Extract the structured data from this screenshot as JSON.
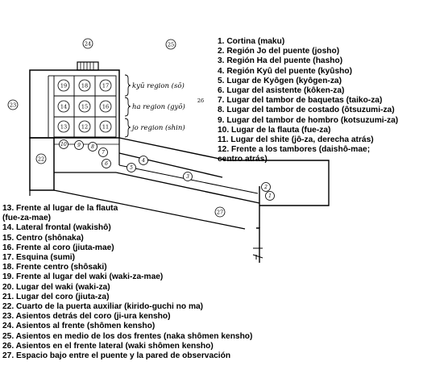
{
  "legend_right": [
    "1. Cortina (maku)",
    "2. Región Jo del puente (josho)",
    "3. Región Ha del puente (hasho)",
    "4. Región Kyû del puente (kyûsho)",
    "5. Lugar de Kyôgen (kyôgen-za)",
    "6. Lugar del asistente (kôken-za)",
    "7. Lugar del tambor de baquetas (taiko-za)",
    "8. Lugar del tambor de costado (ôtsuzumi-za)",
    "9. Lugar del tambor de hombro (kotsuzumi-za)",
    "10. Lugar de la flauta (fue-za)",
    "11. Lugar del shite (jô-za, derecha atrás)",
    "12. Frente a los tambores (daishô-mae;",
    "centro atrás)"
  ],
  "legend_bottom": [
    "13. Frente al lugar de la flauta",
    "(fue-za-mae)",
    "14. Lateral frontal (wakishô)",
    "15. Centro (shônaka)",
    "16. Frente al coro (jiuta-mae)",
    "17. Esquina (sumi)",
    "18. Frente centro (shôsaki)",
    "19. Frente al lugar del waki (waki-za-mae)",
    "20. Lugar del waki (waki-za)",
    "21. Lugar del coro (jiuta-za)",
    "22. Cuarto de la puerta auxiliar (kirido-guchi no ma)",
    "23. Asientos detrás del coro (ji-ura kensho)",
    "24. Asientos al frente (shômen kensho)",
    "25. Asientos en medio de los dos frentes (naka shômen kensho)",
    "26. Asientos en el frente lateral (waki shômen kensho)",
    "27. Espacio bajo entre el puente y la pared de observación"
  ],
  "diagram": {
    "region_labels": [
      "kyū region (sō)",
      "ha region (gyō)",
      "jo region (shin)"
    ],
    "grid_numbers": [
      "19",
      "18",
      "17",
      "14",
      "15",
      "16",
      "13",
      "12",
      "11"
    ],
    "audience_numbers": {
      "front": "24",
      "middle": "25",
      "side": "26",
      "behind_chorus": "23"
    },
    "room_number": "22",
    "musician_numbers": [
      "10",
      "9",
      "8",
      "7",
      "6"
    ],
    "bridge_numbers": [
      "5",
      "4",
      "3",
      "2",
      "1"
    ],
    "space_number": "27"
  }
}
